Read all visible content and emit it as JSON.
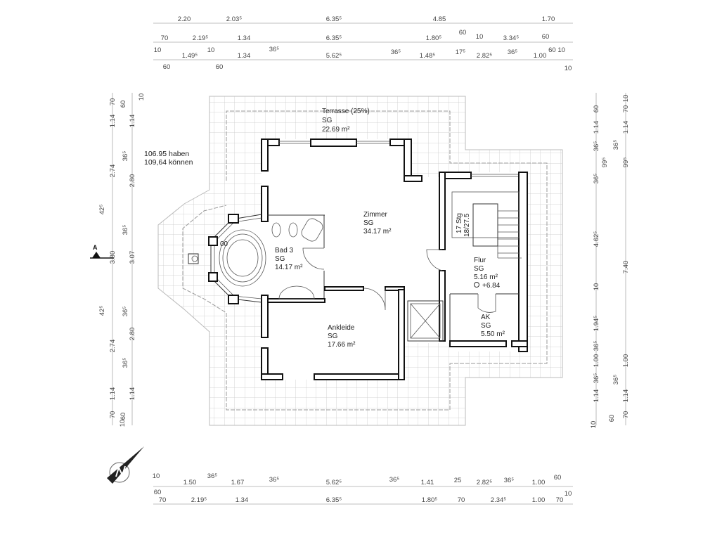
{
  "plan": {
    "notes": {
      "have": "106.95 haben",
      "can": "109,64 können"
    },
    "section_marker": "A",
    "level_marker": "00",
    "rooms": {
      "terrasse": {
        "name": "Terrasse (25%)",
        "floor": "SG",
        "area": "22.69 m²"
      },
      "zimmer": {
        "name": "Zimmer",
        "floor": "SG",
        "area": "34.17 m²"
      },
      "bad": {
        "name": "Bad 3",
        "floor": "SG",
        "area": "14.17 m²"
      },
      "ankleide": {
        "name": "Ankleide",
        "floor": "SG",
        "area": "17.66 m²"
      },
      "flur": {
        "name": "Flur",
        "floor": "SG",
        "area": "5.16 m²",
        "level": "+6.84"
      },
      "ak": {
        "name": "AK",
        "floor": "SG",
        "area": "5.50 m²"
      }
    },
    "stair": {
      "steps": "17 Stg",
      "ratio": "18/27.5"
    }
  },
  "dimensions": {
    "top": [
      "2.20",
      "2.03⁵",
      "6.35⁵",
      "4.85",
      "1.70",
      "70",
      "2.19⁵",
      "1.34",
      "6.35⁵",
      "1.80⁵",
      "60",
      "10",
      "3.34⁵",
      "60",
      "10",
      "10",
      "60 10",
      "1.49⁵",
      "1.34",
      "36⁵",
      "5.62⁵",
      "36⁵",
      "1.48⁵",
      "17⁵",
      "2.82⁵",
      "36⁵",
      "1.00",
      "60",
      "60",
      "10"
    ],
    "bottom": [
      "10",
      "1.50",
      "36⁵",
      "1.67",
      "36⁵",
      "5.62⁵",
      "36⁵",
      "1.41",
      "25",
      "2.82⁵",
      "36⁵",
      "1.00",
      "60",
      "60",
      "70",
      "2.19⁵",
      "1.34",
      "6.35⁵",
      "1.80⁵",
      "70",
      "2.34⁵",
      "1.00",
      "70",
      "10"
    ],
    "left": [
      "70",
      "1.14",
      "2.74",
      "42⁵",
      "3.80",
      "42⁵",
      "2.74",
      "1.14",
      "70",
      "10",
      "10",
      "60",
      "1.14",
      "36⁵",
      "2.80",
      "36⁵",
      "3.07",
      "36⁵",
      "2.80",
      "36⁵",
      "1.14",
      "60"
    ],
    "right": [
      "60",
      "1.14",
      "36⁵",
      "36⁵",
      "4.62⁵",
      "10",
      "1.94⁵",
      "36⁵",
      "1.00",
      "36⁵",
      "1.14",
      "10",
      "60",
      "10",
      "70",
      "1.14",
      "36⁵",
      "99⁵",
      "99⁵",
      "7.40",
      "1.00",
      "36⁵",
      "1.14",
      "70"
    ]
  }
}
